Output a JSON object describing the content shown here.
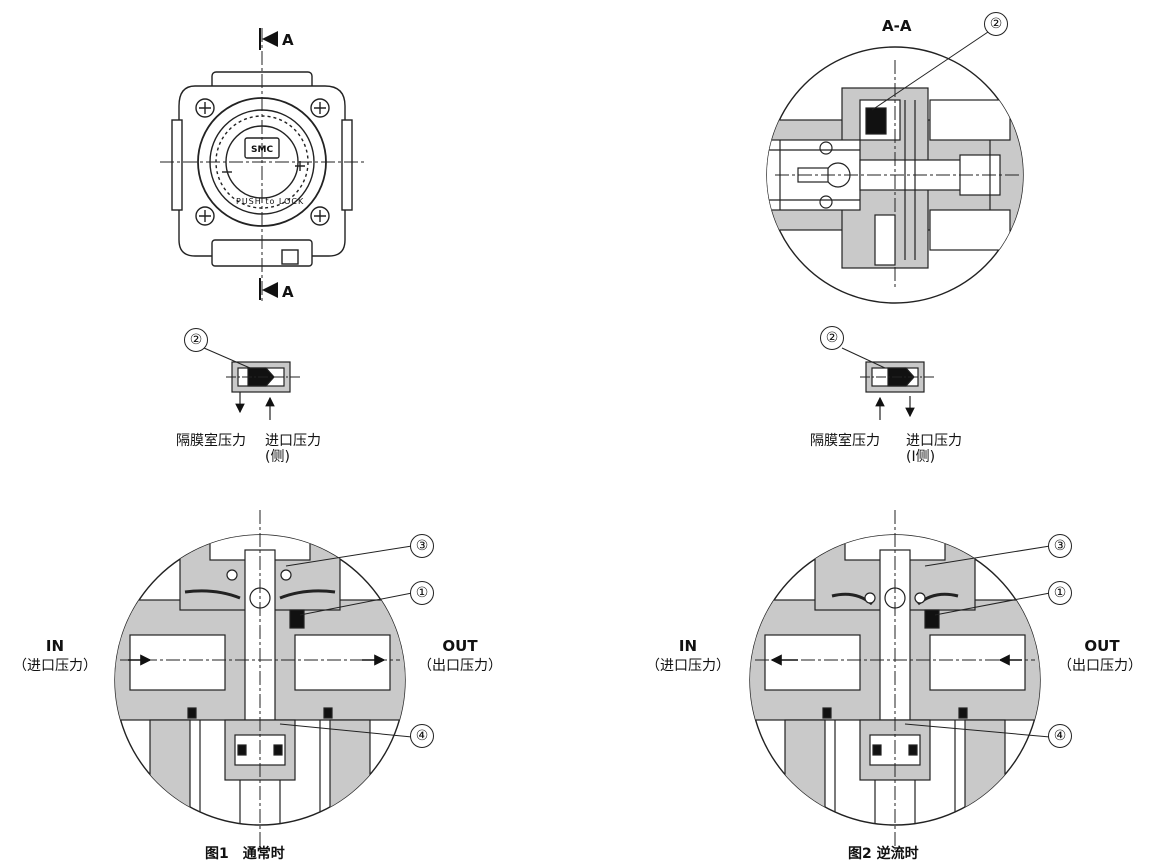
{
  "section_marks": {
    "top": "A",
    "bottom": "A",
    "section_title": "A-A"
  },
  "logo_text": "SMC",
  "knob_text": "PUSH to LOCK",
  "callouts": [
    "①",
    "②",
    "③",
    "④"
  ],
  "fig1": {
    "small_labels": {
      "left": "隔膜室压力",
      "right_line1": "进口压力",
      "right_line2": "(侧)"
    },
    "in_label": "IN",
    "in_sub": "（进口压力）",
    "out_label": "OUT",
    "out_sub": "（出口压力）",
    "caption": "图1　通常时"
  },
  "fig2": {
    "small_labels": {
      "left": "隔膜室压力",
      "right_line1": "进口压力",
      "right_line2": "(I侧)"
    },
    "in_label": "IN",
    "in_sub": "（进口压力）",
    "out_label": "OUT",
    "out_sub": "（出口压力）",
    "caption": "图2  逆流时"
  },
  "colors": {
    "fill": "#c9c9c9",
    "dark": "#111111",
    "line": "#222222",
    "bg": "#ffffff"
  }
}
